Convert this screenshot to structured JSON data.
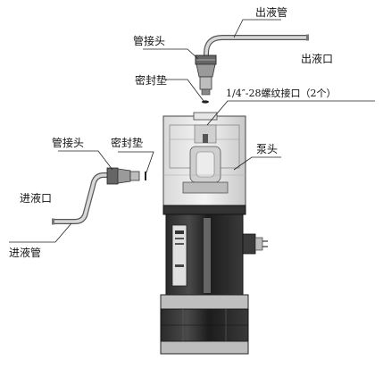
{
  "labels": {
    "outlet_tube": "出液管",
    "pipe_fitting_top": "管接头",
    "outlet_port": "出液口",
    "gasket_top": "密封垫",
    "thread_port": "1/4″-28螺纹接口（2个）",
    "pipe_fitting_left": "管接头",
    "gasket_left": "密封垫",
    "pump_head": "泵头",
    "inlet_port": "进液口",
    "inlet_tube": "进液管"
  }
}
